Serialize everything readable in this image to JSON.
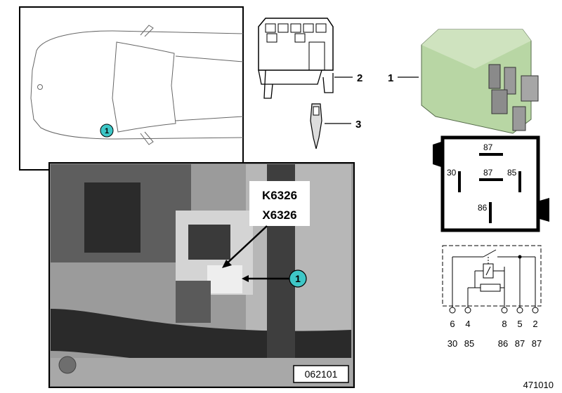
{
  "car_view": {
    "callout": "1"
  },
  "photo": {
    "label_line1": "K6326",
    "label_line2": "X6326",
    "callout": "1",
    "photo_number": "062101"
  },
  "parts": {
    "relay": {
      "number": "1",
      "color": "#b8d6a4"
    },
    "socket": {
      "number": "2"
    },
    "terminal": {
      "number": "3"
    }
  },
  "pinout": {
    "pins": {
      "top": "87",
      "left": "30",
      "center": "87",
      "right": "85",
      "bottom": "86"
    }
  },
  "schematic": {
    "pin_numbers": [
      "6",
      "4",
      "8",
      "5",
      "2"
    ],
    "terminal_codes": [
      "30",
      "85",
      "86",
      "87",
      "87"
    ]
  },
  "diagram_number": "471010",
  "colors": {
    "callout_fill": "#3ec7c7",
    "line": "#000000"
  }
}
